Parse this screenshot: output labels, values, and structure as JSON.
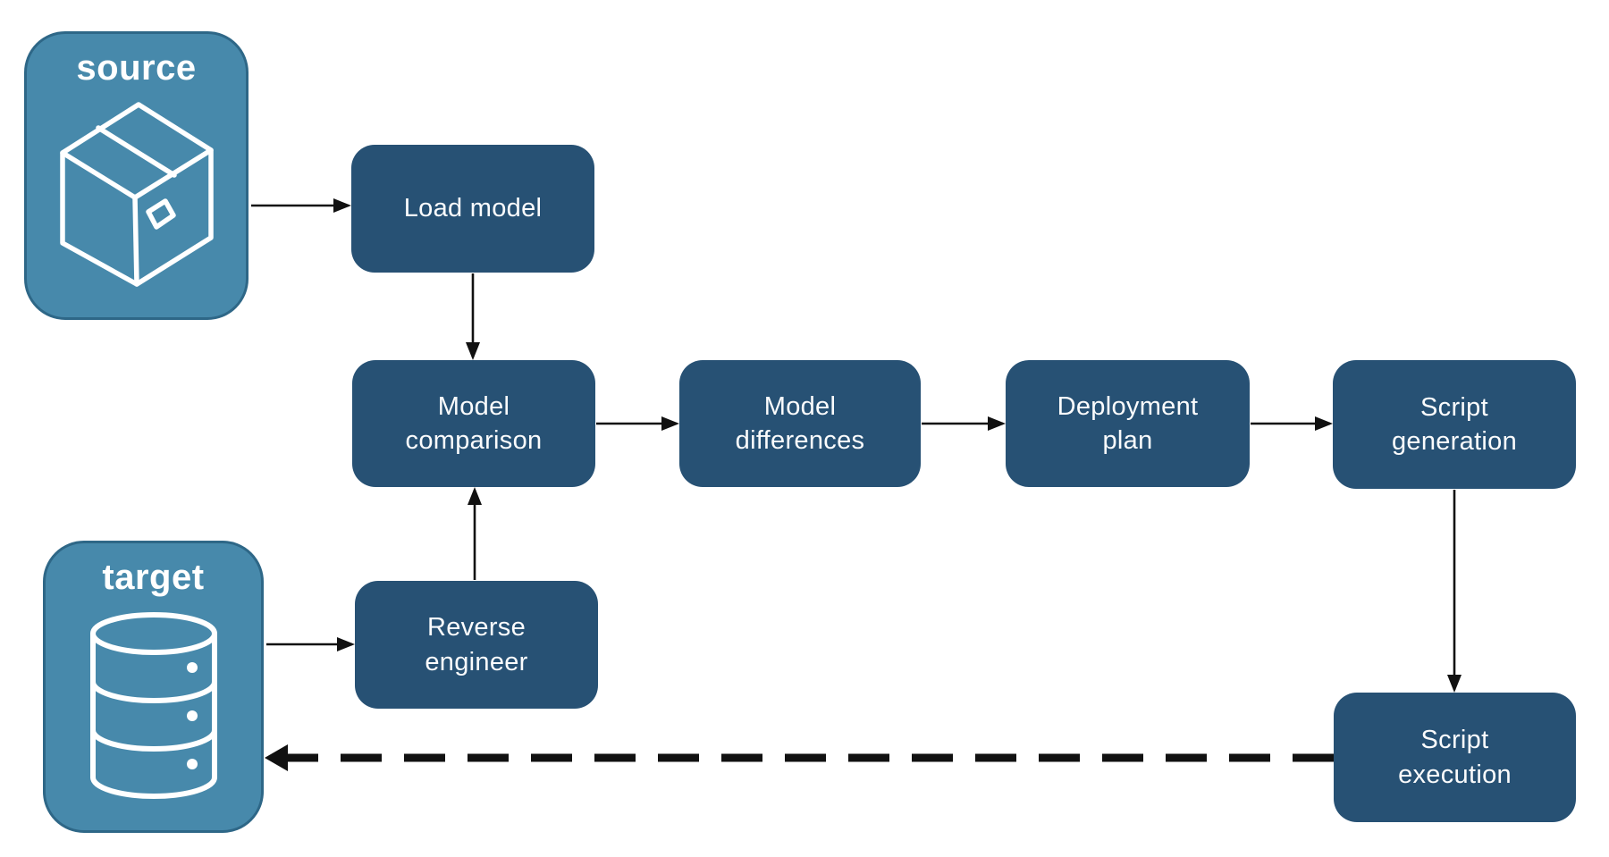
{
  "diagram": {
    "title_hint": "model deployment pipeline",
    "colors": {
      "background": "#ffffff",
      "node_fill": "#275174",
      "node_text": "#fbfcfd",
      "endpoint_fill": "#4789ab",
      "endpoint_border": "#2e6787",
      "endpoint_text": "#ffffff",
      "arrow": "#111111"
    },
    "endpoints": {
      "source": {
        "label": "source",
        "icon": "package-icon"
      },
      "target": {
        "label": "target",
        "icon": "database-icon"
      }
    },
    "nodes": {
      "load_model": {
        "label": "Load model"
      },
      "model_comparison": {
        "label": "Model\ncomparison"
      },
      "model_differences": {
        "label": "Model\ndifferences"
      },
      "deployment_plan": {
        "label": "Deployment\nplan"
      },
      "script_generation": {
        "label": "Script\ngeneration"
      },
      "reverse_engineer": {
        "label": "Reverse\nengineer"
      },
      "script_execution": {
        "label": "Script\nexecution"
      }
    },
    "edges": [
      {
        "from": "source",
        "to": "load_model",
        "style": "solid"
      },
      {
        "from": "load_model",
        "to": "model_comparison",
        "style": "solid"
      },
      {
        "from": "model_comparison",
        "to": "model_differences",
        "style": "solid"
      },
      {
        "from": "model_differences",
        "to": "deployment_plan",
        "style": "solid"
      },
      {
        "from": "deployment_plan",
        "to": "script_generation",
        "style": "solid"
      },
      {
        "from": "script_generation",
        "to": "script_execution",
        "style": "solid"
      },
      {
        "from": "target",
        "to": "reverse_engineer",
        "style": "solid"
      },
      {
        "from": "reverse_engineer",
        "to": "model_comparison",
        "style": "solid"
      },
      {
        "from": "script_execution",
        "to": "target",
        "style": "dashed"
      }
    ]
  }
}
